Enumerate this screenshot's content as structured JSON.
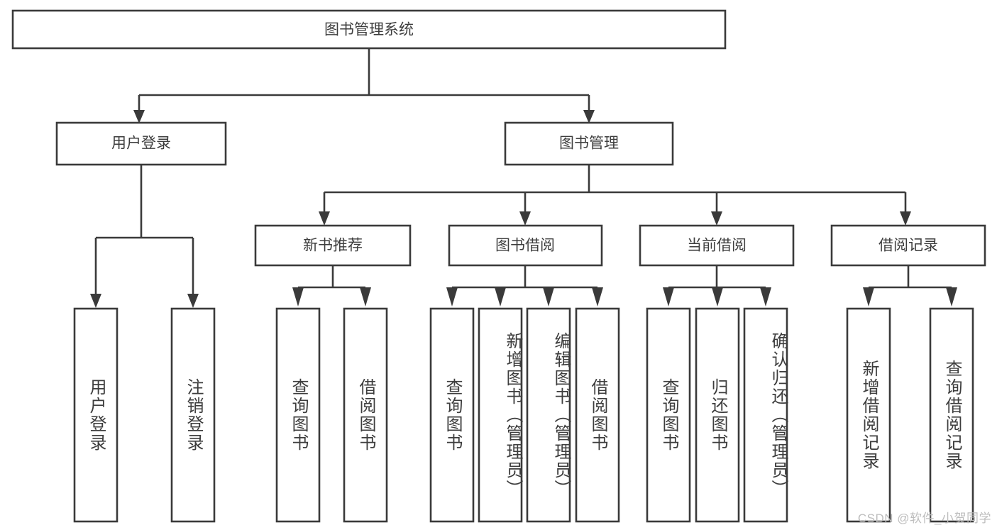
{
  "diagram": {
    "title": "图书管理系统",
    "watermark": "CSDN @软件_小贺同学",
    "colors": {
      "stroke": "#3a3a3a",
      "text": "#3d3d3d",
      "background": "#ffffff",
      "watermark": "#bdbdbd"
    },
    "root": {
      "label": "图书管理系统",
      "orientation": "horizontal"
    },
    "level1": [
      {
        "label": "用户登录",
        "orientation": "horizontal"
      },
      {
        "label": "图书管理",
        "orientation": "horizontal"
      }
    ],
    "level2": [
      {
        "label": "新书推荐",
        "orientation": "horizontal",
        "parent": "图书管理"
      },
      {
        "label": "图书借阅",
        "orientation": "horizontal",
        "parent": "图书管理"
      },
      {
        "label": "当前借阅",
        "orientation": "horizontal",
        "parent": "图书管理"
      },
      {
        "label": "借阅记录",
        "orientation": "horizontal",
        "parent": "图书管理"
      }
    ],
    "leaves": {
      "user_login": [
        {
          "label": "用户登录",
          "orientation": "vertical"
        },
        {
          "label": "注销登录",
          "orientation": "vertical"
        }
      ],
      "new_book_recommend": [
        {
          "label": "查询图书",
          "orientation": "vertical"
        },
        {
          "label": "借阅图书",
          "orientation": "vertical"
        }
      ],
      "book_borrow": [
        {
          "label": "查询图书",
          "orientation": "vertical"
        },
        {
          "label": "新增图书（管理员）",
          "orientation": "vertical"
        },
        {
          "label": "编辑图书（管理员）",
          "orientation": "vertical"
        },
        {
          "label": "借阅图书",
          "orientation": "vertical"
        }
      ],
      "current_borrow": [
        {
          "label": "查询图书",
          "orientation": "vertical"
        },
        {
          "label": "归还图书",
          "orientation": "vertical"
        },
        {
          "label": "确认归还（管理员）",
          "orientation": "vertical"
        }
      ],
      "borrow_record": [
        {
          "label": "新增借阅记录",
          "orientation": "vertical"
        },
        {
          "label": "查询借阅记录",
          "orientation": "vertical"
        }
      ]
    }
  }
}
